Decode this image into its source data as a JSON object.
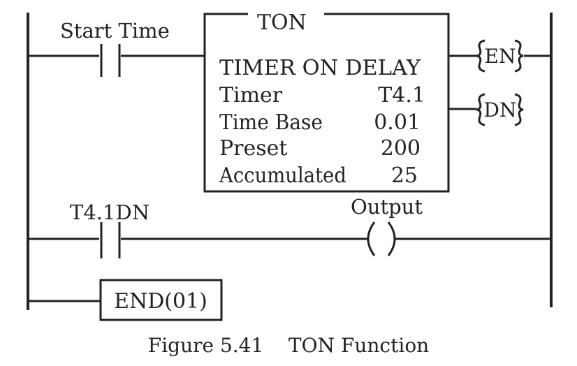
{
  "rung1": {
    "contact_label": "Start Time",
    "block": {
      "title": "TON",
      "subtitle": "TIMER ON DELAY",
      "rows": [
        {
          "label": "Timer",
          "value": "T4.1"
        },
        {
          "label": "Time Base",
          "value": "0.01"
        },
        {
          "label": "Preset",
          "value": "200"
        },
        {
          "label": "Accumulated",
          "value": "25"
        }
      ]
    },
    "coil_en": "EN",
    "coil_dn": "DN"
  },
  "rung2": {
    "contact_label": "T4.1DN",
    "coil_label": "Output"
  },
  "rung3": {
    "end_label": "END(01)"
  },
  "caption": "Figure 5.41    TON Function"
}
